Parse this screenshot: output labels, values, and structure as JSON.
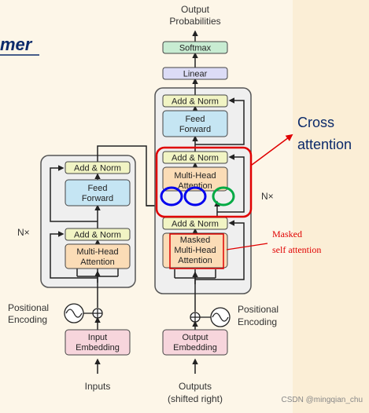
{
  "title_fragment": "mer",
  "decoder": {
    "output_probabilities_line1": "Output",
    "output_probabilities_line2": "Probabilities",
    "softmax": "Softmax",
    "linear": "Linear",
    "add_norm": "Add & Norm",
    "feed_forward_line1": "Feed",
    "feed_forward_line2": "Forward",
    "cross_attention_line1": "Multi-Head",
    "cross_attention_line2": "Attention",
    "masked_attention_line1": "Masked",
    "masked_attention_line2": "Multi-Head",
    "masked_attention_line3": "Attention",
    "repeat": "N×",
    "positional_encoding_line1": "Positional",
    "positional_encoding_line2": "Encoding",
    "embedding_line1": "Output",
    "embedding_line2": "Embedding",
    "input_line1": "Outputs",
    "input_line2": "(shifted right)"
  },
  "encoder": {
    "add_norm": "Add & Norm",
    "feed_forward_line1": "Feed",
    "feed_forward_line2": "Forward",
    "attention_line1": "Multi-Head",
    "attention_line2": "Attention",
    "repeat": "N×",
    "positional_encoding_line1": "Positional",
    "positional_encoding_line2": "Encoding",
    "embedding_line1": "Input",
    "embedding_line2": "Embedding",
    "input_label": "Inputs"
  },
  "annotations": {
    "cross_attention_line1": "Cross",
    "cross_attention_line2": "attention",
    "masked_line1": "Masked",
    "masked_line2": "self  attention"
  },
  "watermark": "CSDN @mingqian_chu",
  "colors": {
    "background": "#fdf6e8",
    "side_panel": "#fbeed6",
    "stack_fill": "#efefef",
    "stack_border": "#555555",
    "add_norm_fill": "#f1f4c4",
    "feed_forward_fill": "#c5e5f3",
    "attention_fill": "#fbdcb6",
    "linear_fill": "#dcdcf6",
    "softmax_fill": "#c8ecd2",
    "embedding_fill": "#f7d5dc",
    "red_highlight": "#e00000",
    "blue_highlight": "#0000ee",
    "green_highlight": "#00aa44"
  }
}
